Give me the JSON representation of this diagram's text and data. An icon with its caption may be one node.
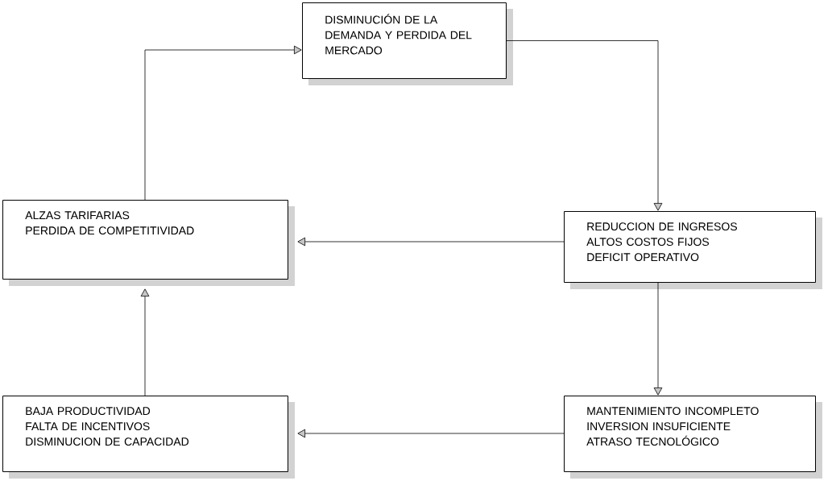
{
  "diagram": {
    "nodes": [
      {
        "text": [
          "DISMINUCIÓN DE LA DEMANDA Y PERDIDA DEL MERCADO"
        ]
      },
      {
        "text": [
          "ALZAS TARIFARIAS",
          "PERDIDA DE COMPETITIVIDAD"
        ]
      },
      {
        "text": [
          "REDUCCION DE INGRESOS",
          "ALTOS COSTOS FIJOS",
          "DEFICIT OPERATIVO"
        ]
      },
      {
        "text": [
          "BAJA PRODUCTIVIDAD",
          "FALTA DE INCENTIVOS",
          "DISMINUCION DE CAPACIDAD"
        ]
      },
      {
        "text": [
          "MANTENIMIENTO INCOMPLETO",
          "INVERSION INSUFICIENTE",
          "ATRASO TECNOLÓGICO"
        ]
      }
    ],
    "edges": [
      {
        "from": 0,
        "to": 2,
        "arrow": "to"
      },
      {
        "from": 2,
        "to": 1,
        "arrow": "to"
      },
      {
        "from": 2,
        "to": 4,
        "arrow": "to"
      },
      {
        "from": 4,
        "to": 3,
        "arrow": "to"
      },
      {
        "from": 3,
        "to": 1,
        "arrow": "to"
      },
      {
        "from": 1,
        "to": 0,
        "arrow": "to"
      }
    ]
  }
}
